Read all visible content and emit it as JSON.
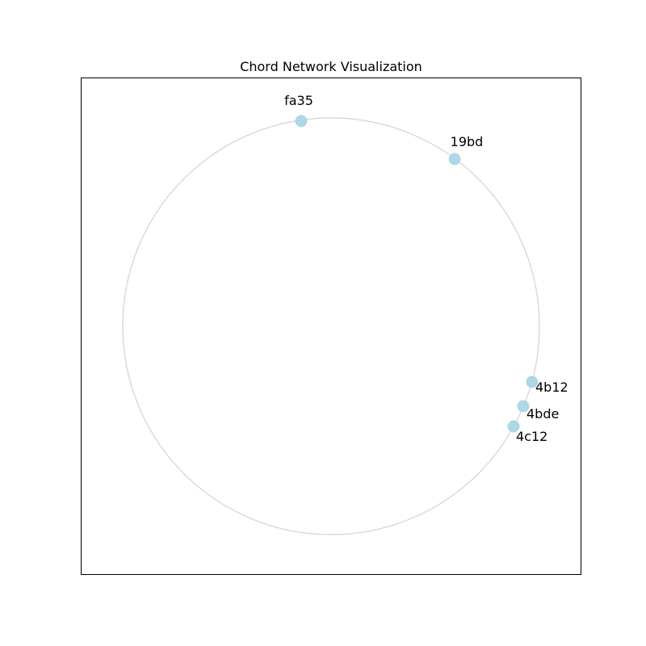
{
  "title": "Chord Network Visualization",
  "colors": {
    "ring": "#d3d3d3",
    "node_fill": "#add8e6",
    "frame": "#000000"
  },
  "nodes": [
    {
      "id": "fa35"
    },
    {
      "id": "19bd"
    },
    {
      "id": "4b12"
    },
    {
      "id": "4bde"
    },
    {
      "id": "4c12"
    }
  ]
}
